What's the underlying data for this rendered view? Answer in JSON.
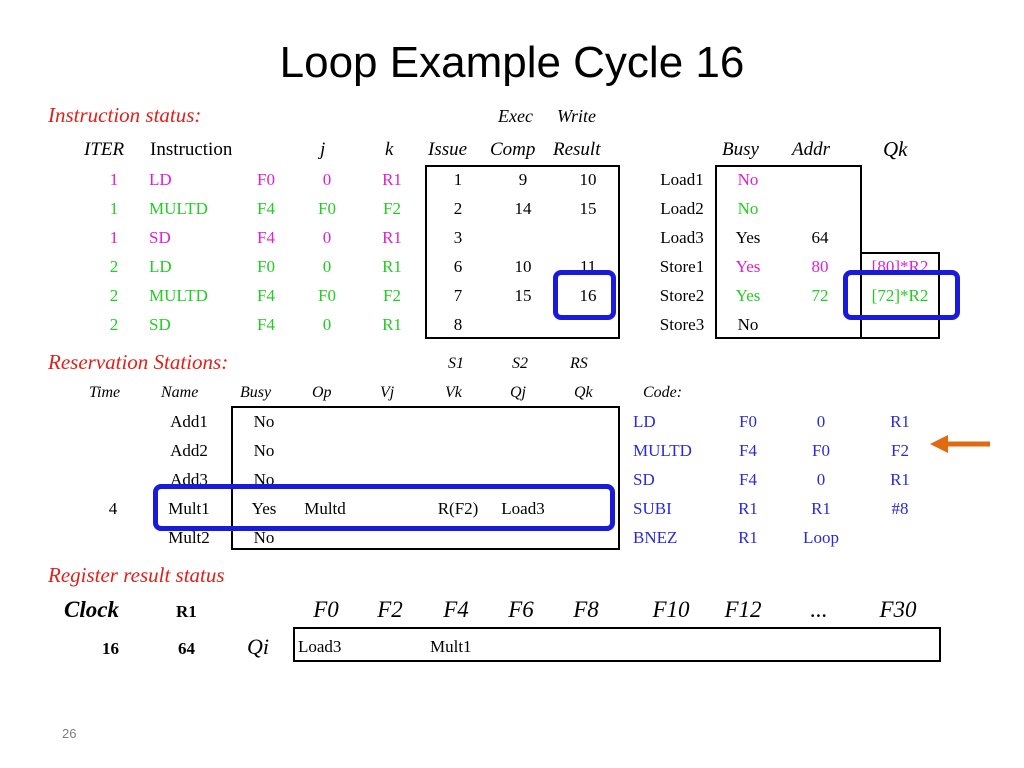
{
  "title": "Loop Example Cycle 16",
  "page_number": "26",
  "instruction_status": {
    "section_label": "Instruction status:",
    "exec_label": "Exec",
    "write_label": "Write",
    "headers": {
      "iter": "ITER",
      "instruction": "Instruction",
      "j": "j",
      "k": "k",
      "issue": "Issue",
      "comp": "Comp",
      "result": "Result"
    },
    "rows": [
      {
        "iter": "1",
        "op": "LD",
        "dest": "F0",
        "j": "0",
        "k": "R1",
        "issue": "1",
        "comp": "9",
        "result": "10",
        "color": "magenta"
      },
      {
        "iter": "1",
        "op": "MULTD",
        "dest": "F4",
        "j": "F0",
        "k": "F2",
        "issue": "2",
        "comp": "14",
        "result": "15",
        "color": "green"
      },
      {
        "iter": "1",
        "op": "SD",
        "dest": "F4",
        "j": "0",
        "k": "R1",
        "issue": "3",
        "comp": "",
        "result": "",
        "color": "magenta"
      },
      {
        "iter": "2",
        "op": "LD",
        "dest": "F0",
        "j": "0",
        "k": "R1",
        "issue": "6",
        "comp": "10",
        "result": "11",
        "color": "green"
      },
      {
        "iter": "2",
        "op": "MULTD",
        "dest": "F4",
        "j": "F0",
        "k": "F2",
        "issue": "7",
        "comp": "15",
        "result": "16",
        "color": "green"
      },
      {
        "iter": "2",
        "op": "SD",
        "dest": "F4",
        "j": "0",
        "k": "R1",
        "issue": "8",
        "comp": "",
        "result": "",
        "color": "green"
      }
    ]
  },
  "load_store": {
    "headers": {
      "busy": "Busy",
      "addr": "Addr",
      "qk": "Qk"
    },
    "rows": [
      {
        "name": "Load1",
        "busy": "No",
        "addr": "",
        "qk": "",
        "color": "magenta"
      },
      {
        "name": "Load2",
        "busy": "No",
        "addr": "",
        "qk": "",
        "color": "green"
      },
      {
        "name": "Load3",
        "busy": "Yes",
        "addr": "64",
        "qk": "",
        "color": "black"
      },
      {
        "name": "Store1",
        "busy": "Yes",
        "addr": "80",
        "qk": "[80]*R2",
        "color": "magenta"
      },
      {
        "name": "Store2",
        "busy": "Yes",
        "addr": "72",
        "qk": "[72]*R2",
        "color": "green"
      },
      {
        "name": "Store3",
        "busy": "No",
        "addr": "",
        "qk": "",
        "color": "black"
      }
    ]
  },
  "reservation_stations": {
    "section_label": "Reservation Stations:",
    "sub_headers": {
      "s1": "S1",
      "s2": "S2",
      "rs": "RS"
    },
    "headers": {
      "time": "Time",
      "name": "Name",
      "busy": "Busy",
      "op": "Op",
      "vj": "Vj",
      "vk": "Vk",
      "qj": "Qj",
      "qk": "Qk",
      "code": "Code:"
    },
    "rows": [
      {
        "time": "",
        "name": "Add1",
        "busy": "No",
        "op": "",
        "vj": "",
        "vk": "",
        "qj": "",
        "qk": ""
      },
      {
        "time": "",
        "name": "Add2",
        "busy": "No",
        "op": "",
        "vj": "",
        "vk": "",
        "qj": "",
        "qk": ""
      },
      {
        "time": "",
        "name": "Add3",
        "busy": "No",
        "op": "",
        "vj": "",
        "vk": "",
        "qj": "",
        "qk": ""
      },
      {
        "time": "4",
        "name": "Mult1",
        "busy": "Yes",
        "op": "Multd",
        "vj": "",
        "vk": "R(F2)",
        "qj": "Load3",
        "qk": ""
      },
      {
        "time": "",
        "name": "Mult2",
        "busy": "No",
        "op": "",
        "vj": "",
        "vk": "",
        "qj": "",
        "qk": ""
      }
    ],
    "code": [
      {
        "op": "LD",
        "a": "F0",
        "b": "0",
        "c": "R1"
      },
      {
        "op": "MULTD",
        "a": "F4",
        "b": "F0",
        "c": "F2"
      },
      {
        "op": "SD",
        "a": "F4",
        "b": "0",
        "c": "R1"
      },
      {
        "op": "SUBI",
        "a": "R1",
        "b": "R1",
        "c": "#8"
      },
      {
        "op": "BNEZ",
        "a": "R1",
        "b": "Loop",
        "c": ""
      }
    ]
  },
  "register_status": {
    "section_label": "Register result status",
    "clock_label": "Clock",
    "r1_label": "R1",
    "qi_label": "Qi",
    "clock_value": "16",
    "r1_value": "64",
    "registers": [
      "F0",
      "F2",
      "F4",
      "F6",
      "F8",
      "F10",
      "F12",
      "...",
      "F30"
    ],
    "qi_values": [
      "Load3",
      "",
      "Mult1",
      "",
      "",
      "",
      "",
      "",
      ""
    ]
  },
  "colors": {
    "magenta": "#e020d0",
    "green": "#22cc22",
    "blue": "#2a2ad6",
    "red": "#e0201a",
    "highlight": "#1a1adc",
    "arrow": "#e06a10"
  }
}
